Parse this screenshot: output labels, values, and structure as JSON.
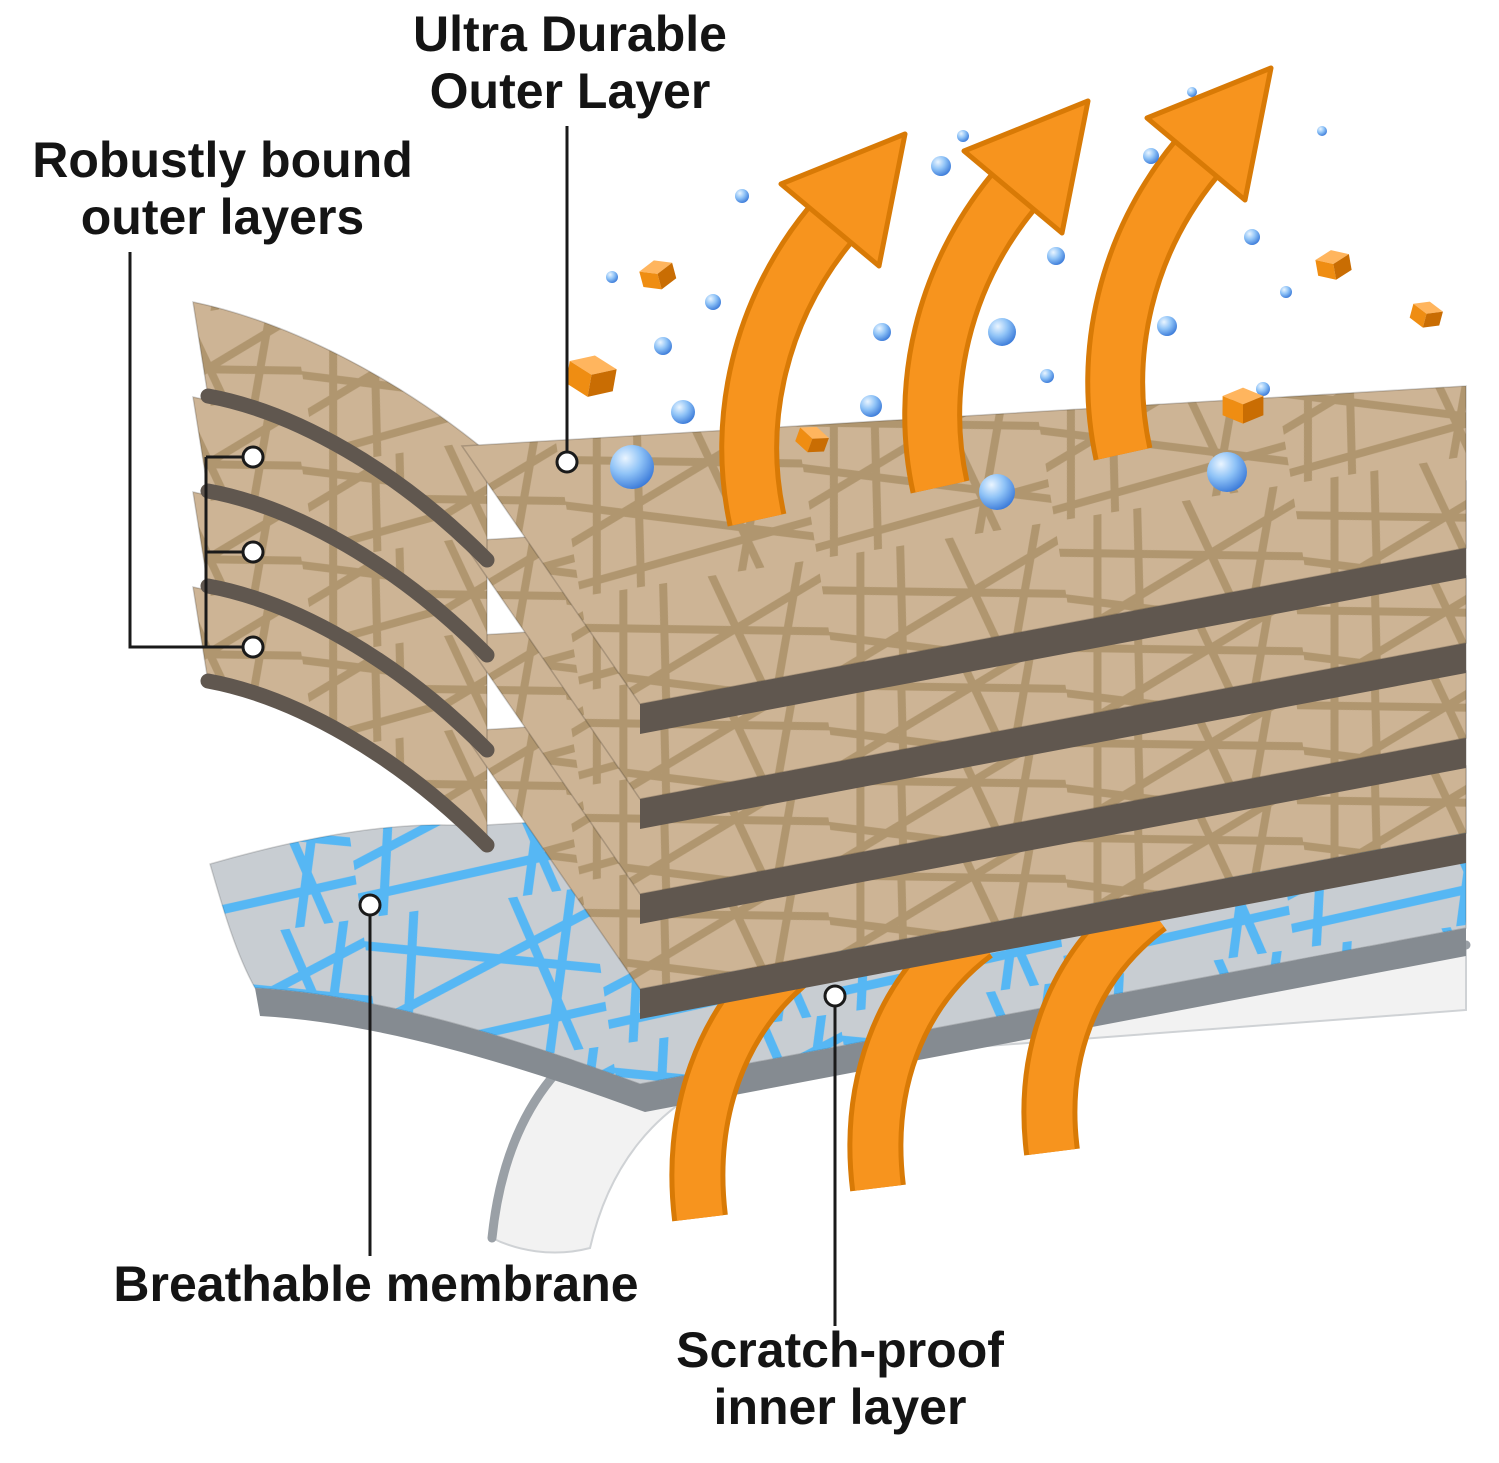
{
  "diagram": {
    "labels": {
      "outer_layer": {
        "line1": "Ultra Durable",
        "line2": "Outer Layer"
      },
      "bound_layers": {
        "line1": "Robustly bound",
        "line2": "outer layers"
      },
      "membrane": {
        "text": "Breathable membrane"
      },
      "inner_layer": {
        "line1": "Scratch-proof",
        "line2": "inner layer"
      }
    },
    "layers": {
      "outer_fabric_layer_count": 4
    },
    "colors": {
      "fabric_tan": "#cdb495",
      "fabric_tan_line": "#b0966f",
      "layer_edge_brown": "#60574f",
      "membrane_gray": "#c8cdd2",
      "membrane_blue": "#56b7f4",
      "membrane_edge": "#858b91",
      "inner_white": "#f2f2f2",
      "inner_edge": "#9aa0a6",
      "arrow_orange": "#f7941e",
      "arrow_orange_dark": "#d87a06",
      "droplet_blue": "#2e6fd4",
      "text_black": "#141414",
      "background": "#ffffff"
    }
  }
}
